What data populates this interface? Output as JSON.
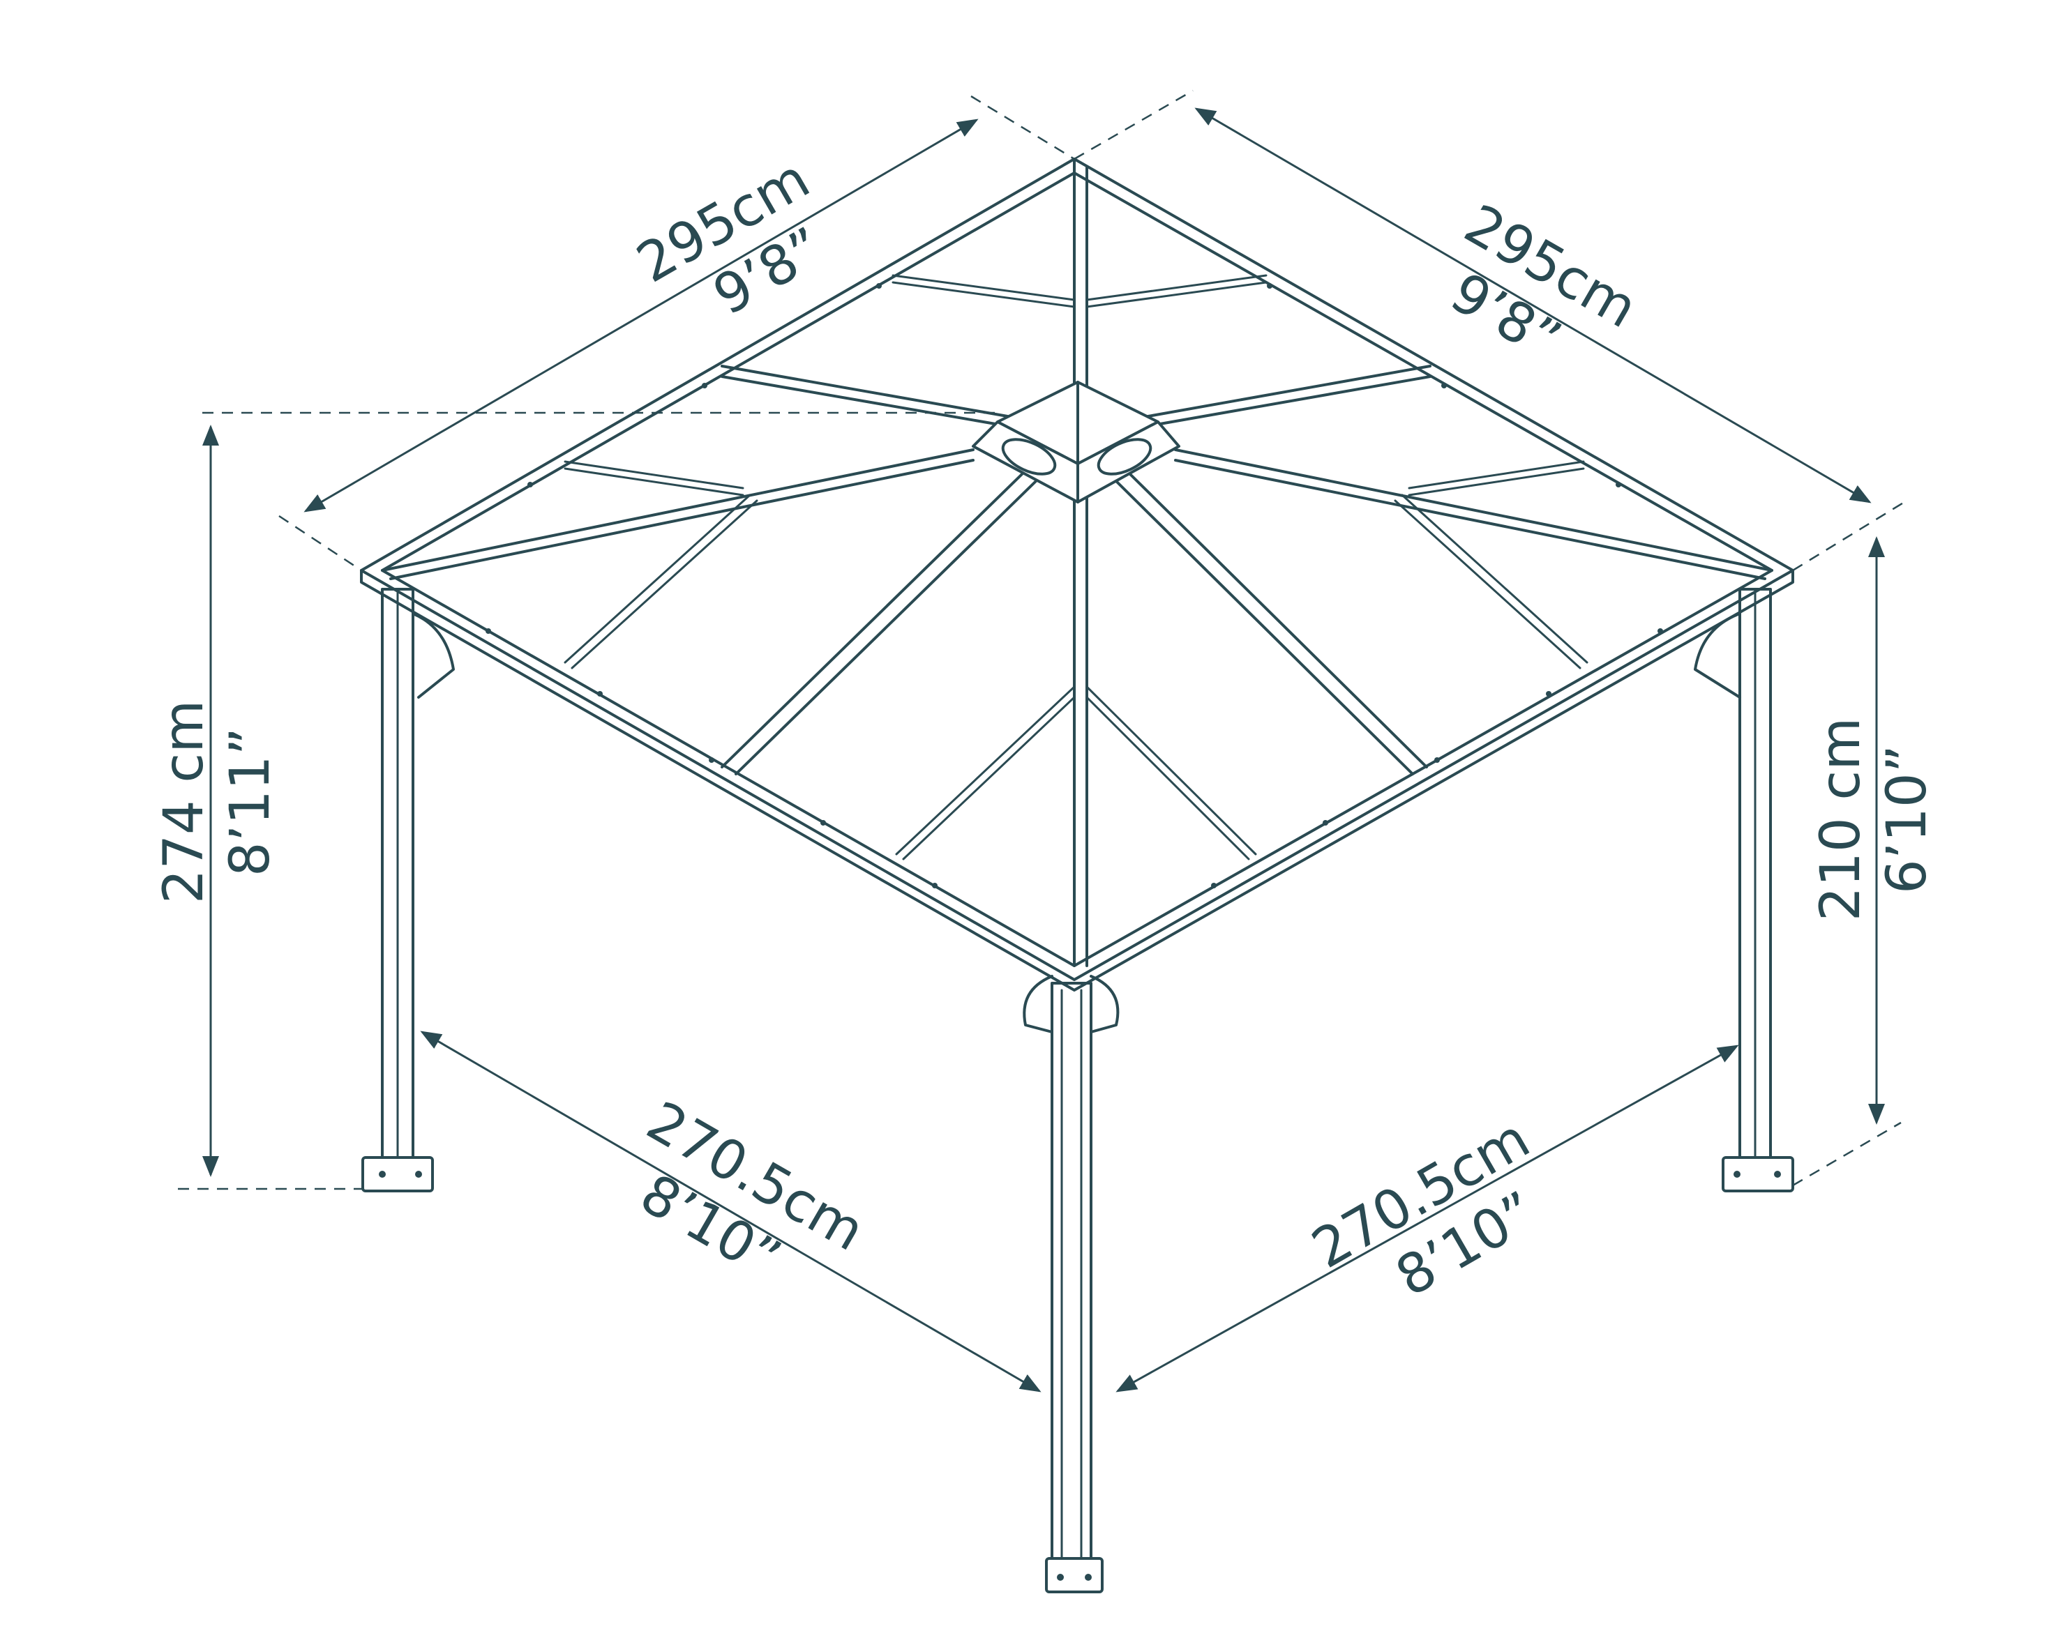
{
  "dimensions": {
    "roof_left": {
      "metric": "295cm",
      "imperial": "9’8”"
    },
    "roof_right": {
      "metric": "295cm",
      "imperial": "9’8”"
    },
    "total_height": {
      "metric": "274 cm",
      "imperial": "8’11”"
    },
    "eave_height": {
      "metric": "210 cm",
      "imperial": "6’10”"
    },
    "base_left": {
      "metric": "270.5cm",
      "imperial": "8’10”"
    },
    "base_right": {
      "metric": "270.5cm",
      "imperial": "8’10”"
    }
  },
  "colors": {
    "line": "#2a4a52",
    "background": "#ffffff"
  }
}
